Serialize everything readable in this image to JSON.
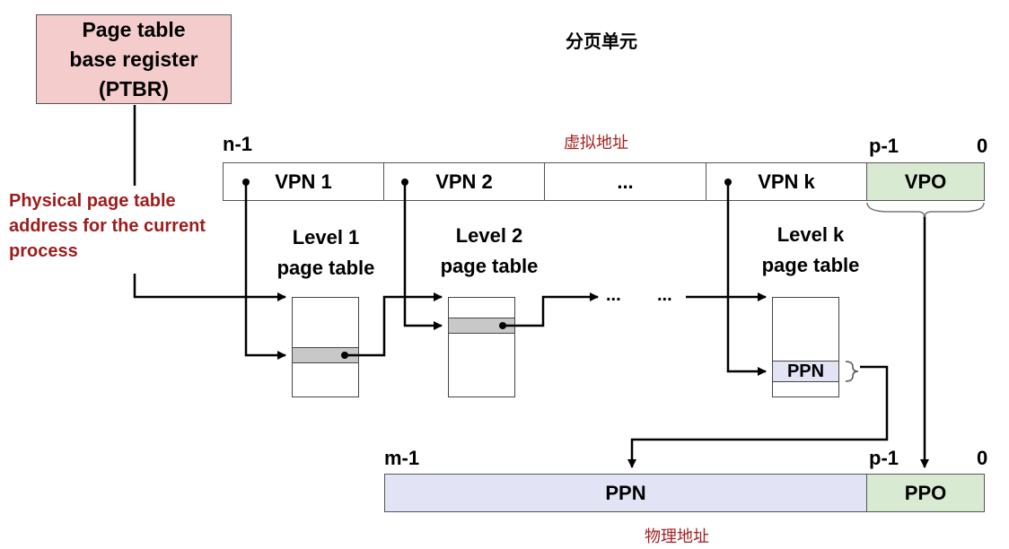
{
  "title": "分页单元",
  "ptbr": {
    "line1": "Page table",
    "line2": "base register",
    "line3": "(PTBR)"
  },
  "side_label": {
    "line1": "Physical page table",
    "line2": "address for the current",
    "line3": "process"
  },
  "virtual_address": {
    "caption": "虚拟地址",
    "left_bit": "n-1",
    "vpo_bit_left": "p-1",
    "right_bit": "0",
    "fields": [
      "VPN 1",
      "VPN 2",
      "...",
      "VPN k"
    ],
    "offset": "VPO"
  },
  "levels": [
    {
      "line1": "Level 1",
      "line2": "page table"
    },
    {
      "line1": "Level 2",
      "line2": "page table"
    },
    {
      "line1": "Level k",
      "line2": "page table"
    }
  ],
  "flow_ellipsis": [
    "...",
    "..."
  ],
  "ppn_entry": "PPN",
  "physical_address": {
    "caption": "物理地址",
    "left_bit": "m-1",
    "ppo_bit_left": "p-1",
    "right_bit": "0",
    "ppn": "PPN",
    "ppo": "PPO"
  }
}
